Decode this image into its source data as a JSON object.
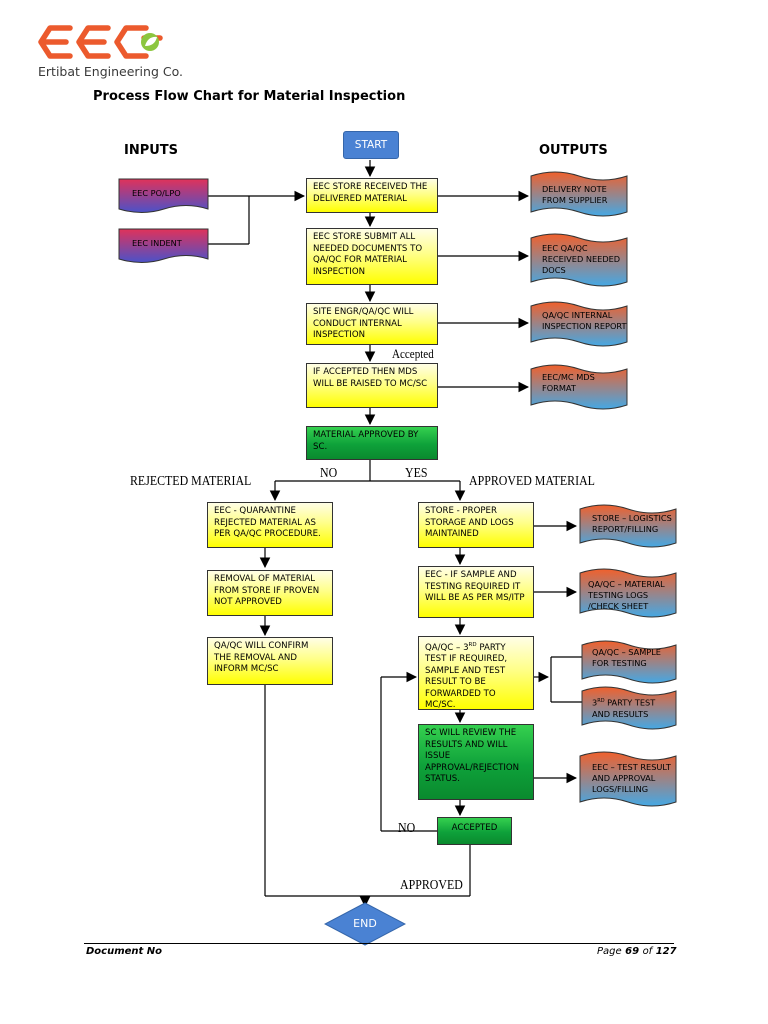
{
  "header": {
    "company": "Ertibat Engineering Co.",
    "title": "Process Flow Chart for Material Inspection"
  },
  "columns": {
    "inputs": "INPUTS",
    "outputs": "OUTPUTS"
  },
  "start_label": "START",
  "end_label": "END",
  "inputs": [
    {
      "label": "EEC PO/LPO"
    },
    {
      "label": "EEC INDENT"
    }
  ],
  "steps": {
    "store_received": "EEC STORE RECEIVED THE DELIVERED MATERIAL",
    "store_submit": "EEC STORE SUBMIT ALL NEEDED DOCUMENTS TO QA/QC FOR MATERIAL INSPECTION",
    "internal_inspection": "SITE ENGR/QA/QC WILL CONDUCT INTERNAL INSPECTION",
    "mds_raised": "IF ACCEPTED THEN MDS WILL BE RAISED TO MC/SC",
    "approved_by_sc": "MATERIAL APPROVED BY SC.",
    "quarantine": "EEC - QUARANTINE REJECTED MATERIAL AS PER QA/QC PROCEDURE.",
    "removal": "REMOVAL OF MATERIAL FROM STORE IF PROVEN NOT APPROVED",
    "confirm_removal": "QA/QC WILL CONFIRM THE REMOVAL AND INFORM MC/SC",
    "store_storage": "STORE - PROPER STORAGE AND LOGS MAINTAINED",
    "sample_testing": "EEC - IF SAMPLE AND TESTING REQUIRED IT WILL BE AS PER MS/ITP",
    "third_party_prefix": "QA/QC – 3",
    "third_party_sup": "RD",
    "third_party_rest": " PARTY TEST IF REQUIRED, SAMPLE AND TEST RESULT TO BE FORWARDED TO MC/SC.",
    "sc_review": "SC WILL REVIEW THE RESULTS AND WILL ISSUE APPROVAL/REJECTION STATUS.",
    "accepted": "ACCEPTED"
  },
  "outputs": [
    {
      "label": "DELIVERY NOTE FROM SUPPLIER"
    },
    {
      "label": "EEC QA/QC RECEIVED NEEDED DOCS"
    },
    {
      "label": "QA/QC INTERNAL INSPECTION REPORT"
    },
    {
      "label": "EEC/MC MDS FORMAT"
    },
    {
      "label": "STORE – LOGISTICS REPORT/FILLING"
    },
    {
      "label": "QA/QC – MATERIAL TESTING LOGS /CHECK SHEET"
    },
    {
      "label": "QA/QC – SAMPLE FOR TESTING"
    },
    {
      "label_prefix": "3",
      "label_sup": "RD",
      "label_rest": " PARTY TEST AND RESULTS"
    },
    {
      "label": "EEC – TEST RESULT AND APPROVAL LOGS/FILLING"
    }
  ],
  "annotations": {
    "accepted": "Accepted",
    "rejected_material": "REJECTED MATERIAL",
    "no_top": "NO",
    "yes_top": "YES",
    "approved_material": "APPROVED MATERIAL",
    "no_bottom": "NO",
    "approved": "APPROVED"
  },
  "footer": {
    "document_no": "Document No",
    "page_word": "Page",
    "page_current": "69",
    "page_of": "of",
    "page_total": "127"
  },
  "colors": {
    "logo": "#ec5a2d",
    "logo_leaf": "#8cc63f",
    "start": "#4a82d3",
    "end": "#4a82d3",
    "step_yellow": "#ffff00",
    "step_green": "#0ea13a",
    "input_doc_top": "#e0325a",
    "input_doc_bottom": "#4b52c9",
    "output_doc_top": "#f0602c",
    "output_doc_bottom": "#45a8e4"
  }
}
